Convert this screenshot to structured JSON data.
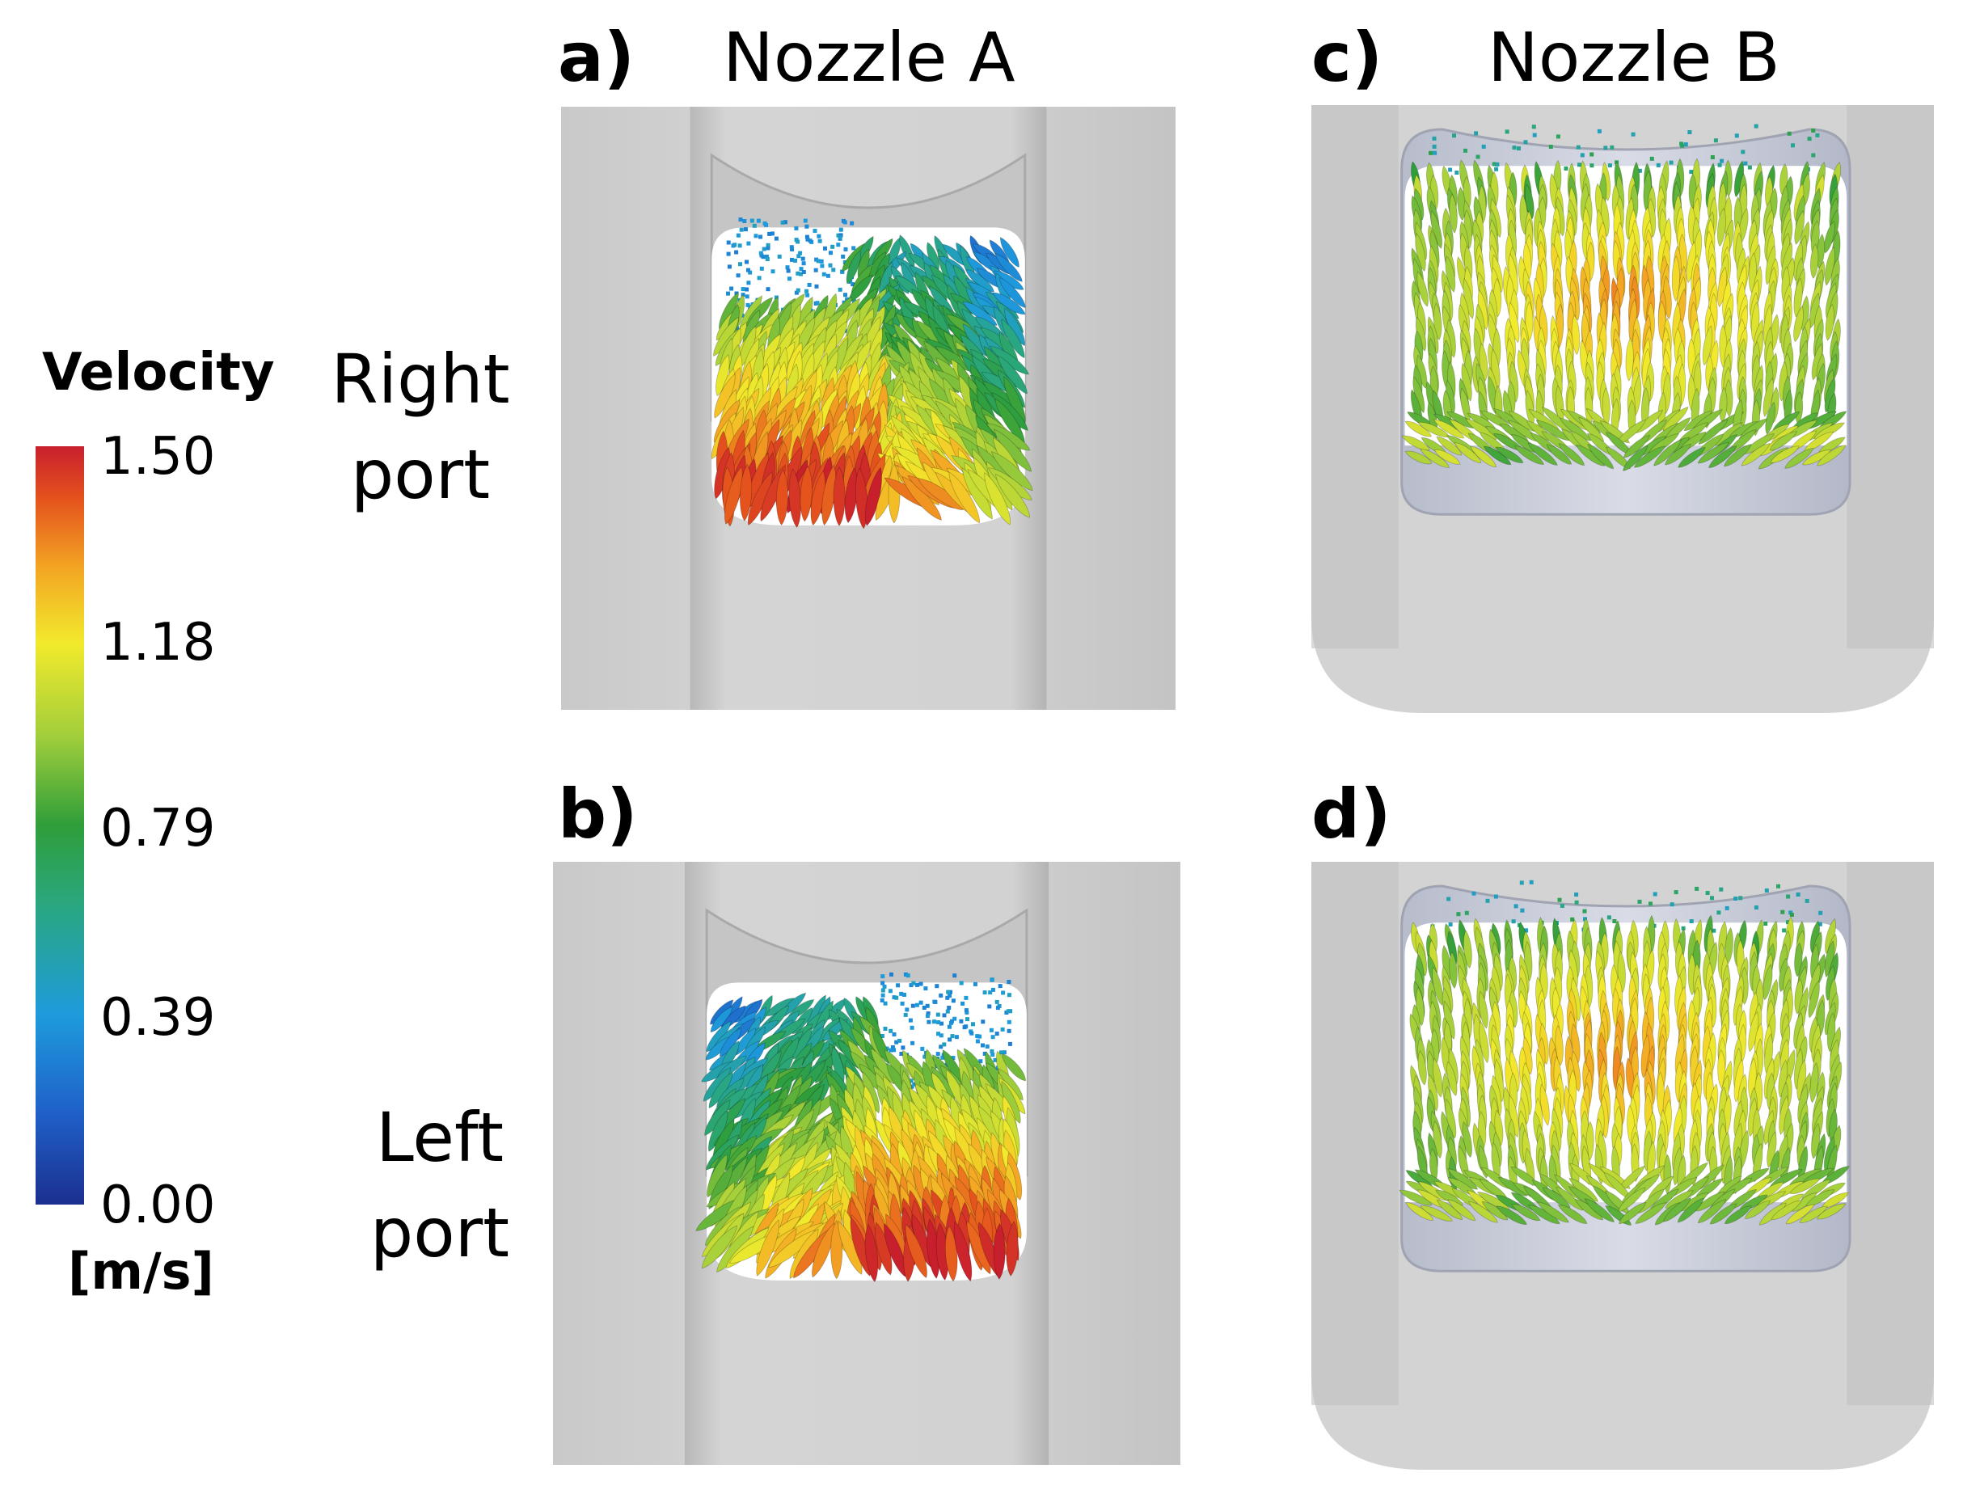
{
  "columns": {
    "left": "Nozzle A",
    "right": "Nozzle B"
  },
  "rows": {
    "top": "Right\nport",
    "bottom": "Left\nport"
  },
  "panels": [
    {
      "label": "a)",
      "nozzle": "A",
      "port": "Right"
    },
    {
      "label": "b)",
      "nozzle": "A",
      "port": "Left"
    },
    {
      "label": "c)",
      "nozzle": "B",
      "port": "Right"
    },
    {
      "label": "d)",
      "nozzle": "B",
      "port": "Left"
    }
  ],
  "colorbar": {
    "title": "Velocity",
    "unit": "[m/s]",
    "ticks": [
      "1.50",
      "1.18",
      "0.79",
      "0.39",
      "0.00"
    ],
    "min": 0.0,
    "max": 1.5,
    "stops": [
      "#1b2f8f",
      "#1e8fe0",
      "#2aaa7a",
      "#2f9e3a",
      "#9fcd3a",
      "#f3ec2a",
      "#f2a322",
      "#e44b1c",
      "#c8202c"
    ]
  }
}
